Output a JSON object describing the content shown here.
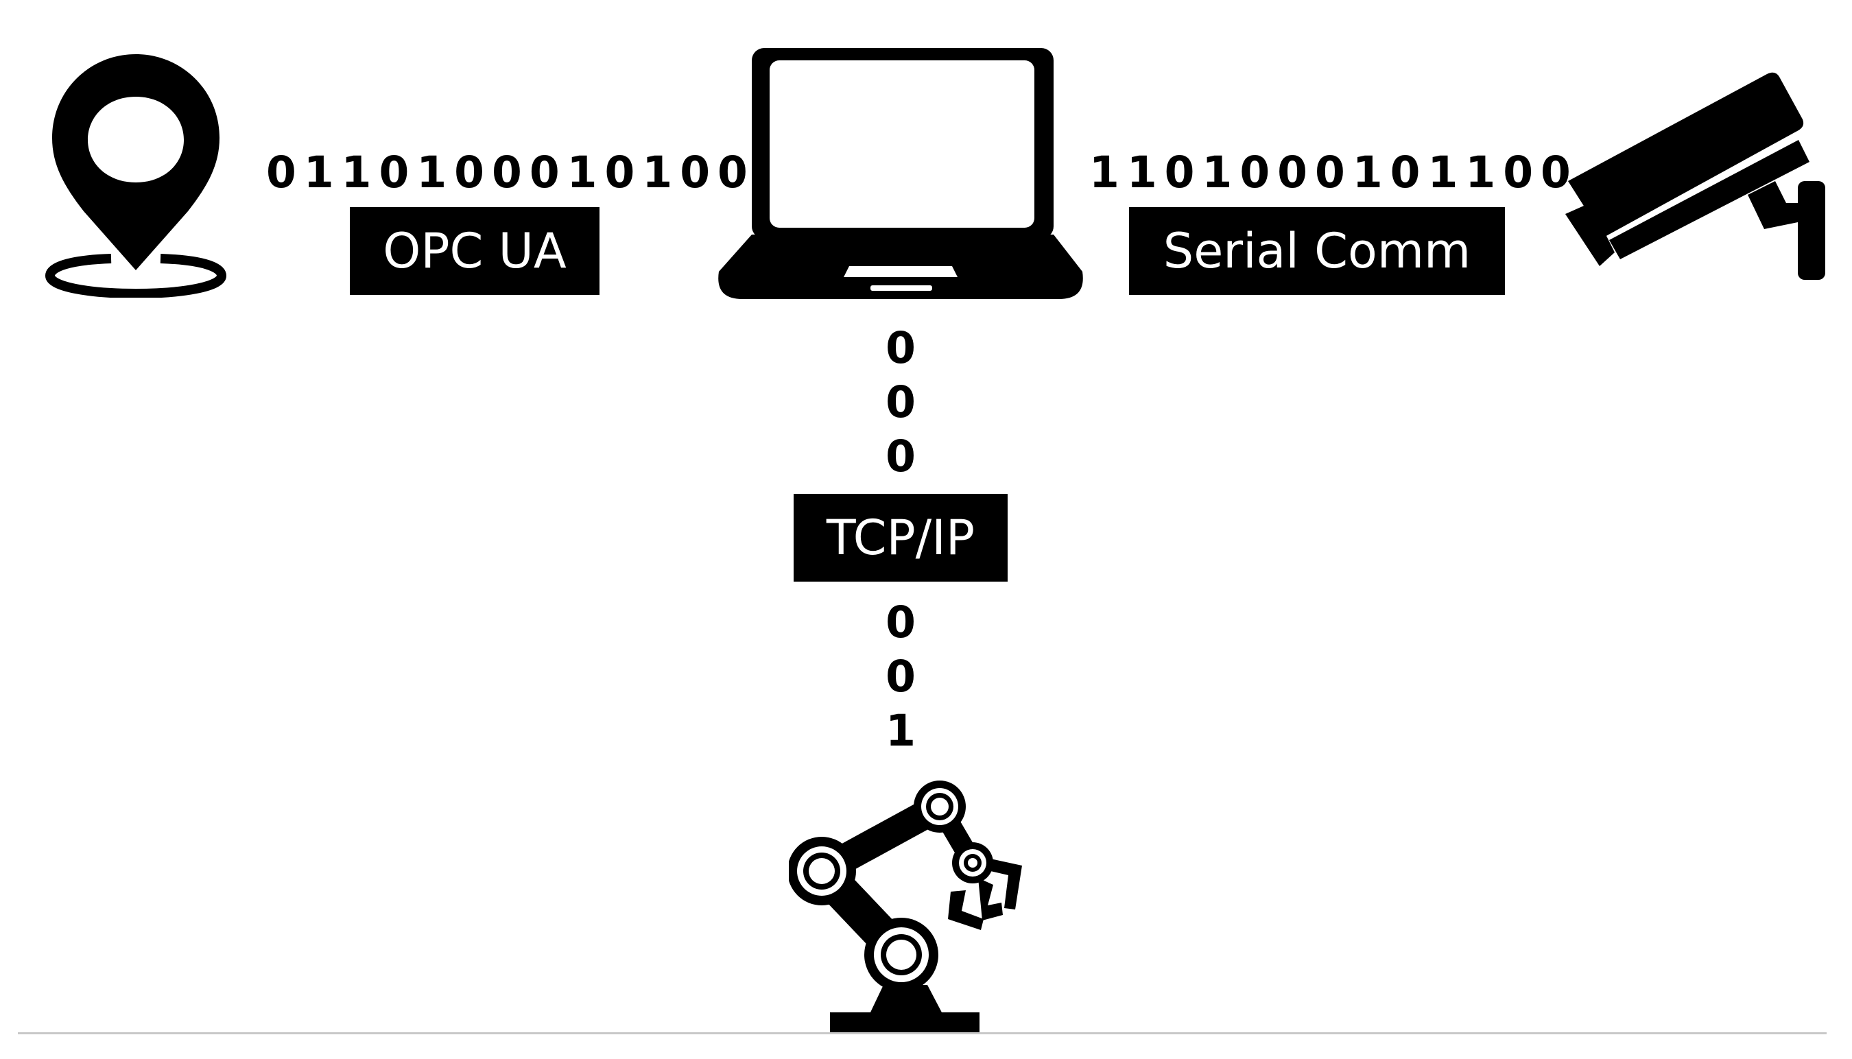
{
  "diagram": {
    "nodes": {
      "location": {
        "icon": "location-pin-icon"
      },
      "laptop": {
        "icon": "laptop-icon"
      },
      "camera": {
        "icon": "security-camera-icon"
      },
      "robot": {
        "icon": "robot-arm-icon"
      }
    },
    "links": {
      "opc": {
        "bits": "0110100010100",
        "label": "OPC UA"
      },
      "serial": {
        "bits": "1101000101100",
        "label": "Serial Comm"
      },
      "tcp": {
        "label": "TCP/IP",
        "bits_top": [
          "0",
          "0",
          "0"
        ],
        "bits_bottom": [
          "0",
          "0",
          "1"
        ]
      }
    }
  }
}
